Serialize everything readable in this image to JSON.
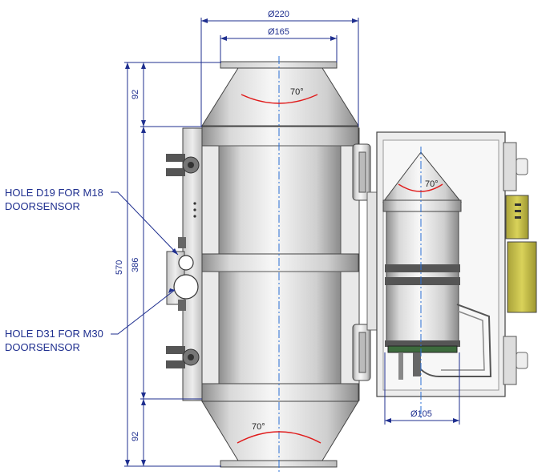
{
  "dimensions": {
    "overall_diameter": "Ø220",
    "flange_diameter": "Ø165",
    "top_cone_height": "92",
    "bottom_cone_height": "92",
    "total_height": "570",
    "body_height": "386",
    "filter_diameter": "Ø105"
  },
  "angles": {
    "top_cone": "70°",
    "filter_cone": "70°",
    "bottom_cone": "70°"
  },
  "notes": {
    "hole_m18_line1": "HOLE D19 FOR M18",
    "hole_m18_line2": "DOORSENSOR",
    "hole_m30_line1": "HOLE D31 FOR M30",
    "hole_m30_line2": "DOORSENSOR"
  },
  "colors": {
    "dimension": "#1f2f8f",
    "angle_arc": "#e01b1b",
    "centerline": "#2a6fd6",
    "steel_light": "#f2f2f2",
    "steel_dark": "#9a9a9a",
    "sensor_yellow": "#c9c23a"
  }
}
